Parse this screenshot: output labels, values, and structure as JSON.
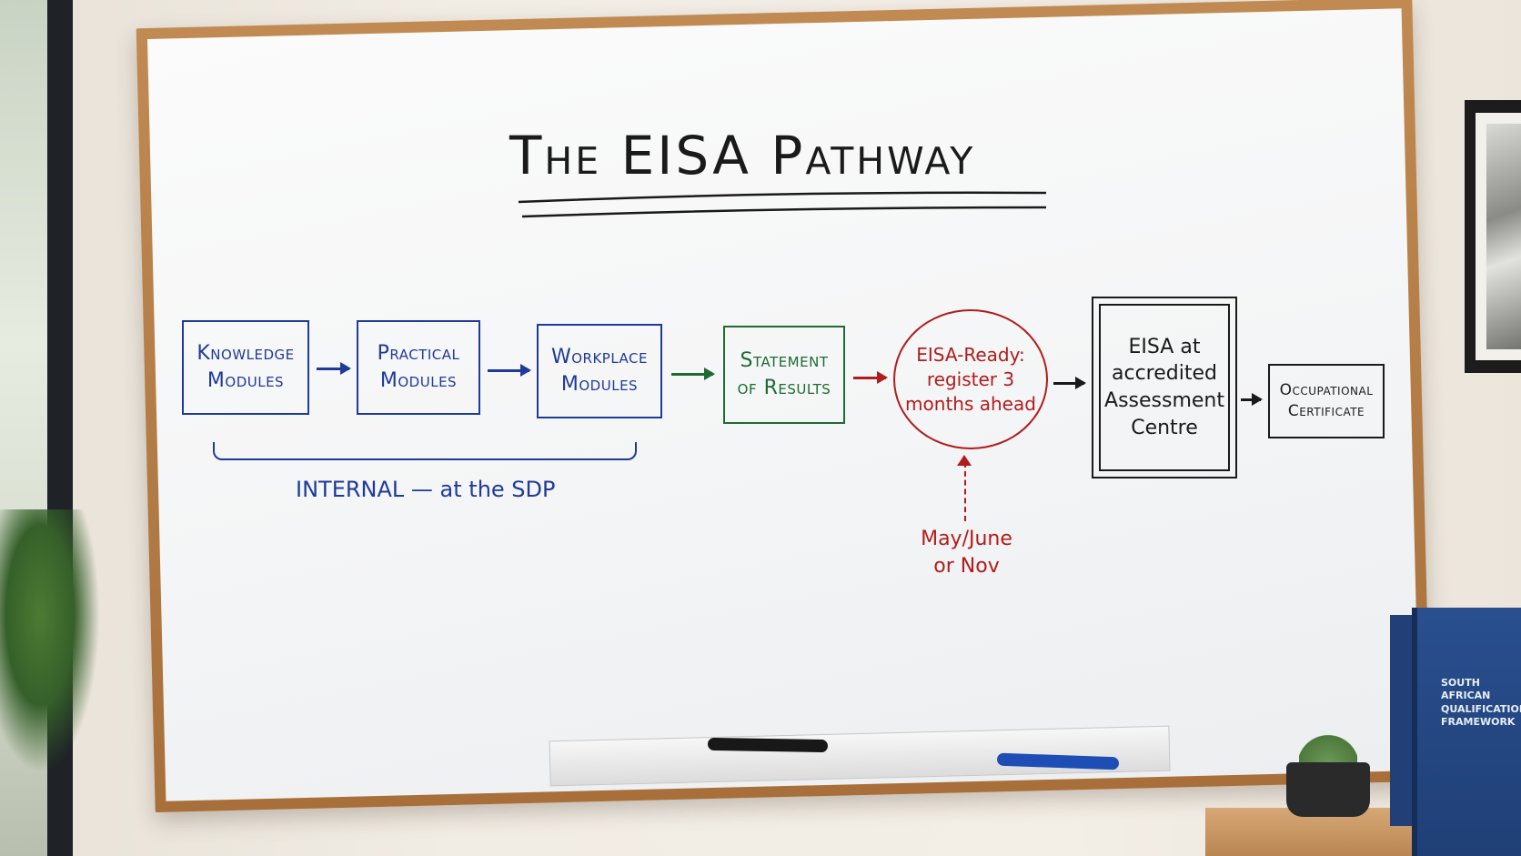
{
  "title": "The EISA Pathway",
  "steps": {
    "knowledge": "Knowledge\nModules",
    "practical": "Practical\nModules",
    "workplace": "Workplace\nModules",
    "statement": "Statement\nof Results",
    "ready": "EISA-Ready:\nregister 3\nmonths ahead",
    "eisa": "EISA at\naccredited\nAssessment\nCentre",
    "certificate": "Occupational\nCertificate"
  },
  "internal_note": "INTERNAL — at the SDP",
  "timing_note": "May/June\nor Nov",
  "book_title": "SOUTH AFRICAN\nQUALIFICATIONS\nFRAMEWORK",
  "colors": {
    "blue_marker": "#1f3a9a",
    "green_marker": "#1e6a33",
    "red_marker": "#b11c1c",
    "black_marker": "#1a1a1a",
    "frame_wood": "#b17a45"
  }
}
